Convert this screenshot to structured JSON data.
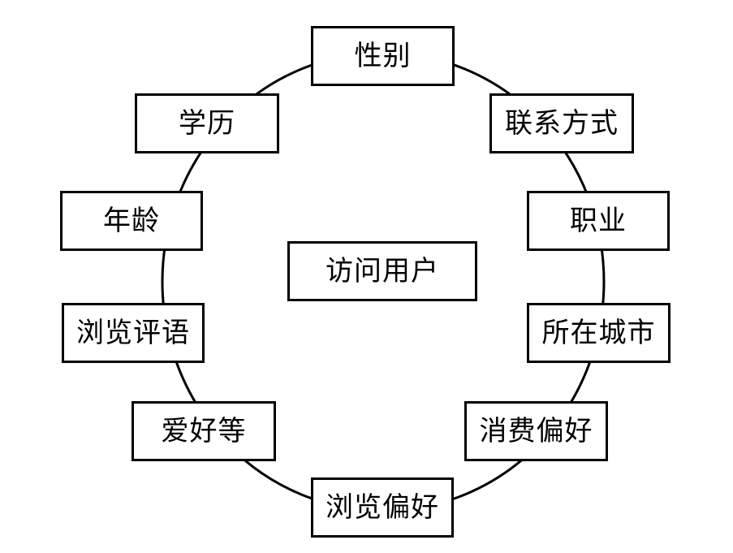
{
  "center": {
    "label": "访问用户"
  },
  "ring_nodes": {
    "gender": "性别",
    "contact": "联系方式",
    "occupation": "职业",
    "city": "所在城市",
    "consumption_preference": "消费偏好",
    "browsing_preference": "浏览偏好",
    "hobbies": "爱好等",
    "browsing_comments": "浏览评语",
    "age": "年龄",
    "education": "学历"
  },
  "colors": {
    "stroke": "#000000",
    "fill": "#ffffff",
    "text": "#000000"
  }
}
